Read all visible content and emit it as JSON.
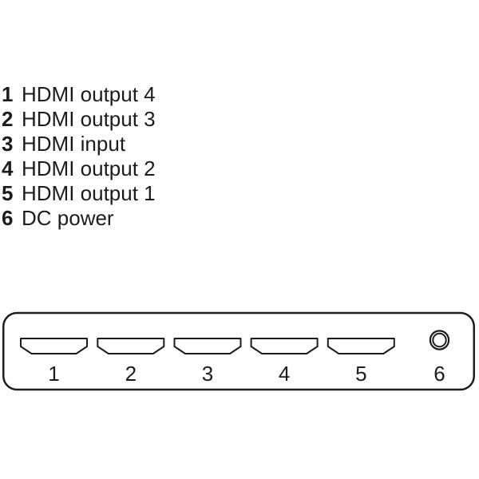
{
  "page": {
    "background_color": "#ffffff",
    "line_color": "#1c1c1c",
    "text_color": "#1c1c1c"
  },
  "legend": {
    "items": [
      {
        "number": "1",
        "label": "HDMI output 4"
      },
      {
        "number": "2",
        "label": "HDMI output 3"
      },
      {
        "number": "3",
        "label": "HDMI input"
      },
      {
        "number": "4",
        "label": "HDMI output 2"
      },
      {
        "number": "5",
        "label": "HDMI output 1"
      },
      {
        "number": "6",
        "label": "DC power"
      }
    ]
  },
  "panel": {
    "ports": [
      {
        "number": "1",
        "connector": "hdmi"
      },
      {
        "number": "2",
        "connector": "hdmi"
      },
      {
        "number": "3",
        "connector": "hdmi"
      },
      {
        "number": "4",
        "connector": "hdmi"
      },
      {
        "number": "5",
        "connector": "hdmi"
      },
      {
        "number": "6",
        "connector": "dc-jack"
      }
    ]
  }
}
